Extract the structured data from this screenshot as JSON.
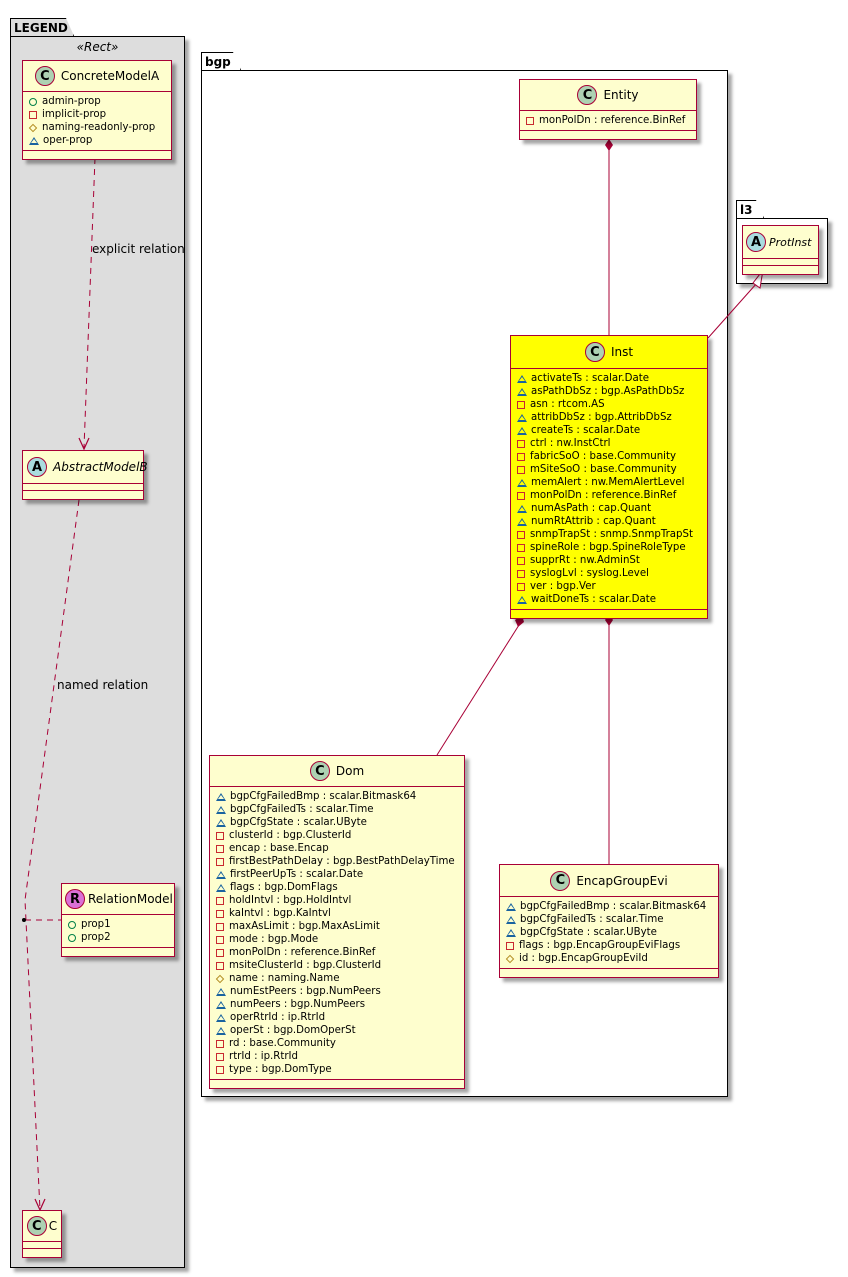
{
  "legend": {
    "package_name": "LEGEND",
    "stereotype": "«Rect»",
    "concrete_model": {
      "name": "ConcreteModelA",
      "kind": "class",
      "attributes": [
        {
          "visibility": "public",
          "text": "admin-prop"
        },
        {
          "visibility": "private",
          "text": "implicit-prop"
        },
        {
          "visibility": "protected",
          "text": "naming-readonly-prop"
        },
        {
          "visibility": "package",
          "text": "oper-prop"
        }
      ]
    },
    "abstract_model": {
      "name": "AbstractModelB",
      "kind": "abstract"
    },
    "relation_model": {
      "name": "RelationModel",
      "kind": "relation",
      "attributes": [
        {
          "visibility": "public",
          "text": "prop1"
        },
        {
          "visibility": "public",
          "text": "prop2"
        }
      ]
    },
    "c_model": {
      "name": "C",
      "kind": "class"
    },
    "explicit_relation_label": "explicit relation",
    "named_relation_label": "named relation"
  },
  "bgp": {
    "package_name": "bgp",
    "entity": {
      "name": "Entity",
      "attributes": [
        {
          "visibility": "private",
          "text": "monPolDn : reference.BinRef"
        }
      ]
    },
    "inst": {
      "name": "Inst",
      "highlight_color": "#FFFF00",
      "attributes": [
        {
          "visibility": "package",
          "text": "activateTs : scalar.Date"
        },
        {
          "visibility": "package",
          "text": "asPathDbSz : bgp.AsPathDbSz"
        },
        {
          "visibility": "private",
          "text": "asn : rtcom.AS"
        },
        {
          "visibility": "package",
          "text": "attribDbSz : bgp.AttribDbSz"
        },
        {
          "visibility": "package",
          "text": "createTs : scalar.Date"
        },
        {
          "visibility": "private",
          "text": "ctrl : nw.InstCtrl"
        },
        {
          "visibility": "private",
          "text": "fabricSoO : base.Community"
        },
        {
          "visibility": "private",
          "text": "mSiteSoO : base.Community"
        },
        {
          "visibility": "package",
          "text": "memAlert : nw.MemAlertLevel"
        },
        {
          "visibility": "private",
          "text": "monPolDn : reference.BinRef"
        },
        {
          "visibility": "package",
          "text": "numAsPath : cap.Quant"
        },
        {
          "visibility": "package",
          "text": "numRtAttrib : cap.Quant"
        },
        {
          "visibility": "private",
          "text": "snmpTrapSt : snmp.SnmpTrapSt"
        },
        {
          "visibility": "private",
          "text": "spineRole : bgp.SpineRoleType"
        },
        {
          "visibility": "private",
          "text": "supprRt : nw.AdminSt"
        },
        {
          "visibility": "private",
          "text": "syslogLvl : syslog.Level"
        },
        {
          "visibility": "private",
          "text": "ver : bgp.Ver"
        },
        {
          "visibility": "package",
          "text": "waitDoneTs : scalar.Date"
        }
      ]
    },
    "dom": {
      "name": "Dom",
      "attributes": [
        {
          "visibility": "package",
          "text": "bgpCfgFailedBmp : scalar.Bitmask64"
        },
        {
          "visibility": "package",
          "text": "bgpCfgFailedTs : scalar.Time"
        },
        {
          "visibility": "package",
          "text": "bgpCfgState : scalar.UByte"
        },
        {
          "visibility": "private",
          "text": "clusterId : bgp.ClusterId"
        },
        {
          "visibility": "private",
          "text": "encap : base.Encap"
        },
        {
          "visibility": "private",
          "text": "firstBestPathDelay : bgp.BestPathDelayTime"
        },
        {
          "visibility": "package",
          "text": "firstPeerUpTs : scalar.Date"
        },
        {
          "visibility": "package",
          "text": "flags : bgp.DomFlags"
        },
        {
          "visibility": "private",
          "text": "holdIntvl : bgp.HoldIntvl"
        },
        {
          "visibility": "private",
          "text": "kaIntvl : bgp.KaIntvl"
        },
        {
          "visibility": "private",
          "text": "maxAsLimit : bgp.MaxAsLimit"
        },
        {
          "visibility": "private",
          "text": "mode : bgp.Mode"
        },
        {
          "visibility": "private",
          "text": "monPolDn : reference.BinRef"
        },
        {
          "visibility": "private",
          "text": "msiteClusterId : bgp.ClusterId"
        },
        {
          "visibility": "protected",
          "text": "name : naming.Name"
        },
        {
          "visibility": "package",
          "text": "numEstPeers : bgp.NumPeers"
        },
        {
          "visibility": "package",
          "text": "numPeers : bgp.NumPeers"
        },
        {
          "visibility": "package",
          "text": "operRtrId : ip.RtrId"
        },
        {
          "visibility": "package",
          "text": "operSt : bgp.DomOperSt"
        },
        {
          "visibility": "private",
          "text": "rd : base.Community"
        },
        {
          "visibility": "private",
          "text": "rtrId : ip.RtrId"
        },
        {
          "visibility": "private",
          "text": "type : bgp.DomType"
        }
      ]
    },
    "encap_group_evi": {
      "name": "EncapGroupEvi",
      "attributes": [
        {
          "visibility": "package",
          "text": "bgpCfgFailedBmp : scalar.Bitmask64"
        },
        {
          "visibility": "package",
          "text": "bgpCfgFailedTs : scalar.Time"
        },
        {
          "visibility": "package",
          "text": "bgpCfgState : scalar.UByte"
        },
        {
          "visibility": "private",
          "text": "flags : bgp.EncapGroupEviFlags"
        },
        {
          "visibility": "protected",
          "text": "id : bgp.EncapGroupEviId"
        }
      ]
    }
  },
  "l3": {
    "package_name": "l3",
    "prot_inst": {
      "name": "ProtInst",
      "kind": "abstract"
    }
  },
  "relations": [
    {
      "from": "Entity",
      "to": "Inst",
      "type": "composition"
    },
    {
      "from": "Inst",
      "to": "Dom",
      "type": "composition"
    },
    {
      "from": "Inst",
      "to": "EncapGroupEvi",
      "type": "composition"
    },
    {
      "from": "Inst",
      "to": "ProtInst",
      "type": "inheritance"
    },
    {
      "from": "ConcreteModelA",
      "to": "AbstractModelB",
      "type": "dependency",
      "label": "explicit relation"
    },
    {
      "from": "AbstractModelB",
      "to": "C",
      "type": "dependency",
      "label": "named relation",
      "via": "RelationModel"
    }
  ],
  "colors": {
    "class_fill": "#FEFECE",
    "class_border": "#A80036",
    "highlight_fill": "#FFFF00",
    "legend_fill": "#DDDDDD",
    "circle_class": "#ADD1B2",
    "circle_abstract": "#A9DCDF",
    "circle_relation": "#DA70D6"
  }
}
